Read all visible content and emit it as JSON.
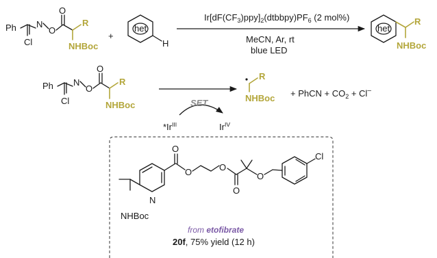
{
  "reaction": {
    "catalyst_text": "Ir[dF(CF",
    "catalyst_sub1": "3",
    "catalyst_mid": ")ppy]",
    "catalyst_sub2": "2",
    "catalyst_tail": "(dtbbpy)PF",
    "catalyst_sub3": "6",
    "catalyst_loading": " (2 mol%)",
    "conditions_line2": "MeCN, Ar, rt",
    "conditions_line3": "blue LED"
  },
  "labels": {
    "ph": "Ph",
    "cl": "Cl",
    "n": "N",
    "o": "O",
    "r": "R",
    "nhboc": "NHBoc",
    "plus": "+",
    "het": "het",
    "h": "H"
  },
  "mechanism": {
    "byproducts_a": "+ PhCN  +  CO",
    "co2_sub": "2",
    "byproducts_b": "  +  Cl",
    "minus": "–",
    "set_label": "SET",
    "ir_start": "*Ir",
    "ir_start_sup": "III",
    "ir_end": "Ir",
    "ir_end_sup": "IV"
  },
  "example": {
    "cl": "Cl",
    "o": "O",
    "n": "N",
    "nhboc": "NHBoc",
    "from_text": "from ",
    "from_drug": "etofibrate",
    "compound_id": "20f",
    "yield_text": ", 75% yield (12 h)"
  }
}
